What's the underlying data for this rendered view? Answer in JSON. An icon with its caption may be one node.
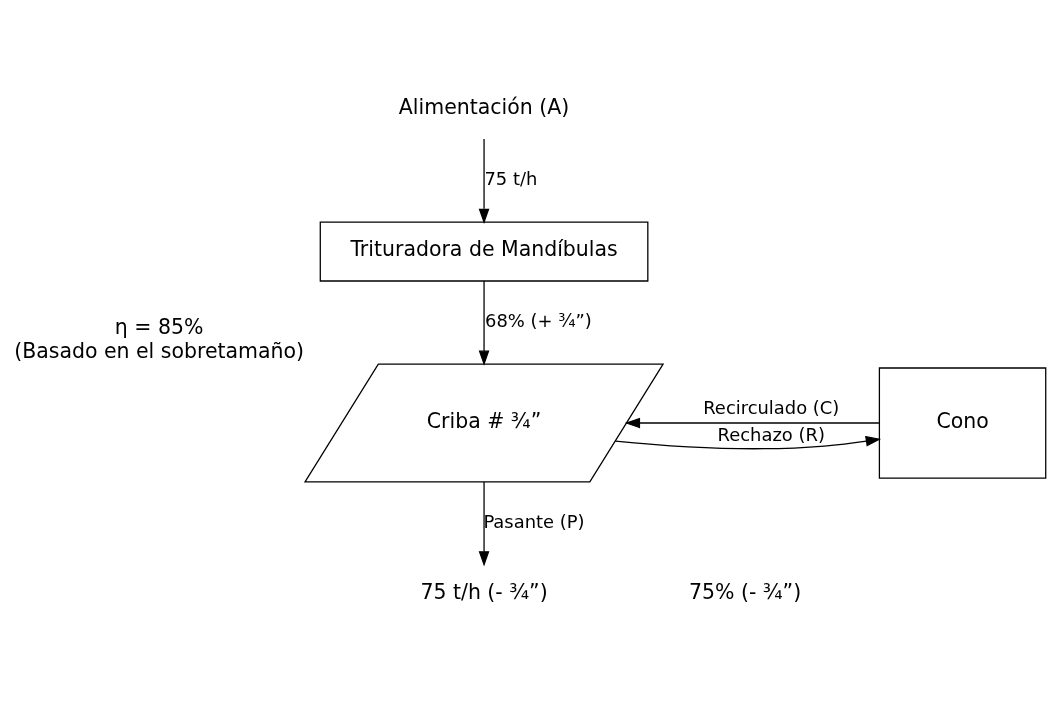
{
  "diagram": {
    "nodes": [
      {
        "text": [
          "Alimentación (A)"
        ]
      },
      {
        "text": [
          "Trituradora de Mandíbulas"
        ]
      },
      {
        "text": [
          "Criba # ¾”"
        ],
        "beside": [
          "η = 85%",
          "(Basado en el sobretamaño)"
        ]
      },
      {
        "text": [
          "Cono"
        ]
      },
      {
        "text": [
          "75 t/h (- ¾”)"
        ]
      }
    ],
    "edges": [
      {
        "from": 0,
        "to": 1,
        "arrow": "to",
        "label": "75 t/h"
      },
      {
        "from": 1,
        "to": 2,
        "arrow": "to",
        "label": "68% (+ ¾”)"
      },
      {
        "from": 2,
        "to": 3,
        "arrow": "to",
        "label": "Rechazo (R)"
      },
      {
        "from": 3,
        "to": 2,
        "arrow": "to",
        "label": "Recirculado (C)"
      },
      {
        "from": 2,
        "to": 4,
        "arrow": "to",
        "label": "Pasante (P)"
      }
    ],
    "labels": [
      "75% (- ¾”)"
    ]
  }
}
